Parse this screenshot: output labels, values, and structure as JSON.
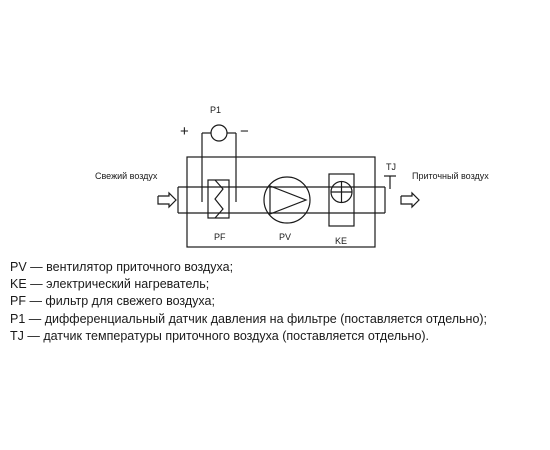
{
  "diagram": {
    "labels": {
      "fresh_air": "Свежий воздух",
      "supply_air": "Приточный воздух",
      "p1": "P1",
      "plus": "+",
      "minus": "−",
      "tj": "TJ",
      "pf": "PF",
      "pv": "PV",
      "ke": "KE"
    }
  },
  "legend": [
    "PV — вентилятор приточного воздуха;",
    "KE — электрический нагреватель;",
    "PF — фильтр для свежего воздуха;",
    "P1 — дифференциальный датчик давления на фильтре (поставляется отдельно);",
    "TJ — датчик температуры приточного воздуха (поставляется отдельно)."
  ]
}
